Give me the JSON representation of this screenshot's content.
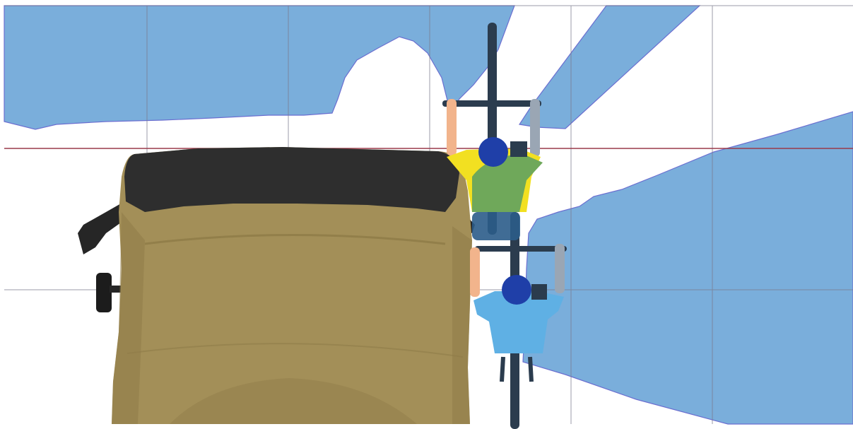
{
  "scene": {
    "view": "top-down",
    "colors": {
      "background": "#ffffff",
      "blind_zone": "#7aaedb",
      "blind_zone_edge": "#6b6fd0",
      "grid": "#7a7a8c",
      "reference_line": "#9a3a4a",
      "truck_body": "#a38f58",
      "truck_top": "#2e2e2e",
      "bicycle": "#2b3c4e",
      "rider_front_shirt": "#f2e021",
      "rider_front_vest": "#6fa85a",
      "rider_rear_shirt": "#5fb0e4",
      "helmet": "#1f3fa8",
      "skin": "#f2b48c"
    },
    "objects": [
      "truck",
      "cyclist-front",
      "cyclist-rear",
      "blind-zone-region",
      "grid",
      "reference-line"
    ]
  }
}
